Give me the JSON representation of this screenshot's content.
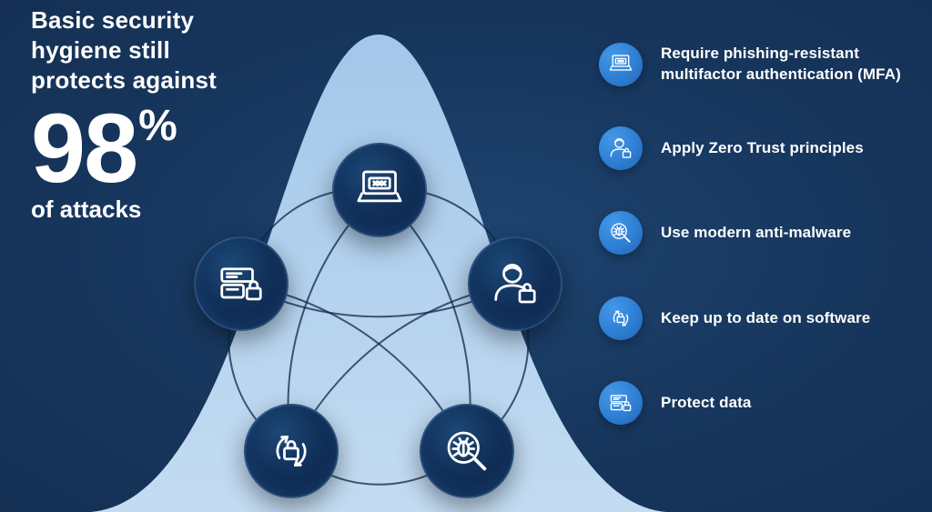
{
  "colors": {
    "background": "#17365d",
    "bell_top": "#a3c7ea",
    "bell_bottom": "#c3dcf2",
    "node_fill": "#0d2848",
    "accent_blue": "#2e7fd4",
    "text": "#ffffff"
  },
  "headline": {
    "lead": "Basic security hygiene still protects against",
    "stat_number": "98",
    "stat_symbol": "%",
    "stat_caption": "of attacks"
  },
  "recommendations": [
    {
      "icon": "laptop-password-icon",
      "label": "Require phishing-resistant multifactor authentication (MFA)"
    },
    {
      "icon": "person-lock-icon",
      "label": "Apply Zero Trust principles"
    },
    {
      "icon": "malware-scan-icon",
      "label": "Use modern anti-malware"
    },
    {
      "icon": "software-update-lock-icon",
      "label": "Keep up to date on software"
    },
    {
      "icon": "data-protection-icon",
      "label": "Protect data"
    }
  ],
  "network": {
    "nodes": [
      {
        "icon": "laptop-password-icon"
      },
      {
        "icon": "person-lock-icon"
      },
      {
        "icon": "data-protection-icon"
      },
      {
        "icon": "software-update-lock-icon"
      },
      {
        "icon": "malware-scan-icon"
      }
    ]
  }
}
